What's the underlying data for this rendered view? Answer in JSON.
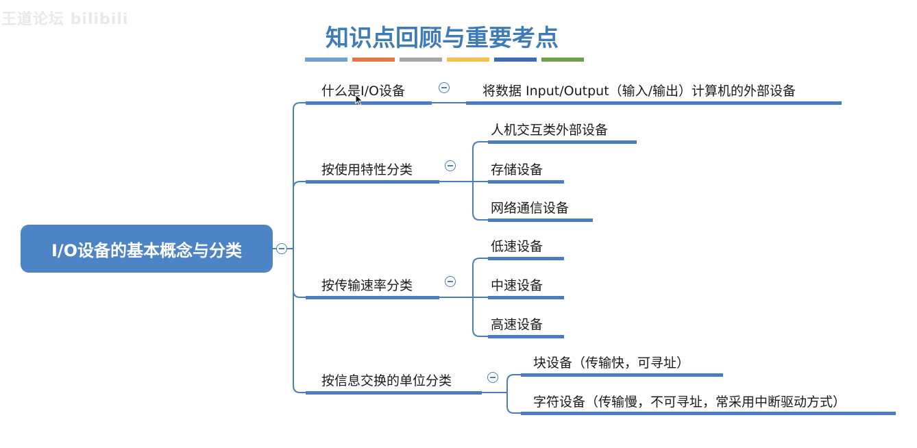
{
  "watermark": "王道论坛 bilibili",
  "slide": {
    "title": "知识点回顾与重要考点",
    "color_bars": [
      "#6fa0d2",
      "#e0794a",
      "#a6a6a6",
      "#f2c14e",
      "#3f6cb5",
      "#6ea04b"
    ],
    "accent_color": "#4a7cc0"
  },
  "mindmap": {
    "root": "I/O设备的基本概念与分类",
    "branches": [
      {
        "label": "什么是I/O设备",
        "children": [
          "将数据 Input/Output（输入/输出）计算机的外部设备"
        ]
      },
      {
        "label": "按使用特性分类",
        "children": [
          "人机交互类外部设备",
          "存储设备",
          "网络通信设备"
        ]
      },
      {
        "label": "按传输速率分类",
        "children": [
          "低速设备",
          "中速设备",
          "高速设备"
        ]
      },
      {
        "label": "按信息交换的单位分类",
        "children": [
          "块设备（传输快，可寻址）",
          "字符设备（传输慢，不可寻址，常采用中断驱动方式）"
        ]
      }
    ]
  }
}
